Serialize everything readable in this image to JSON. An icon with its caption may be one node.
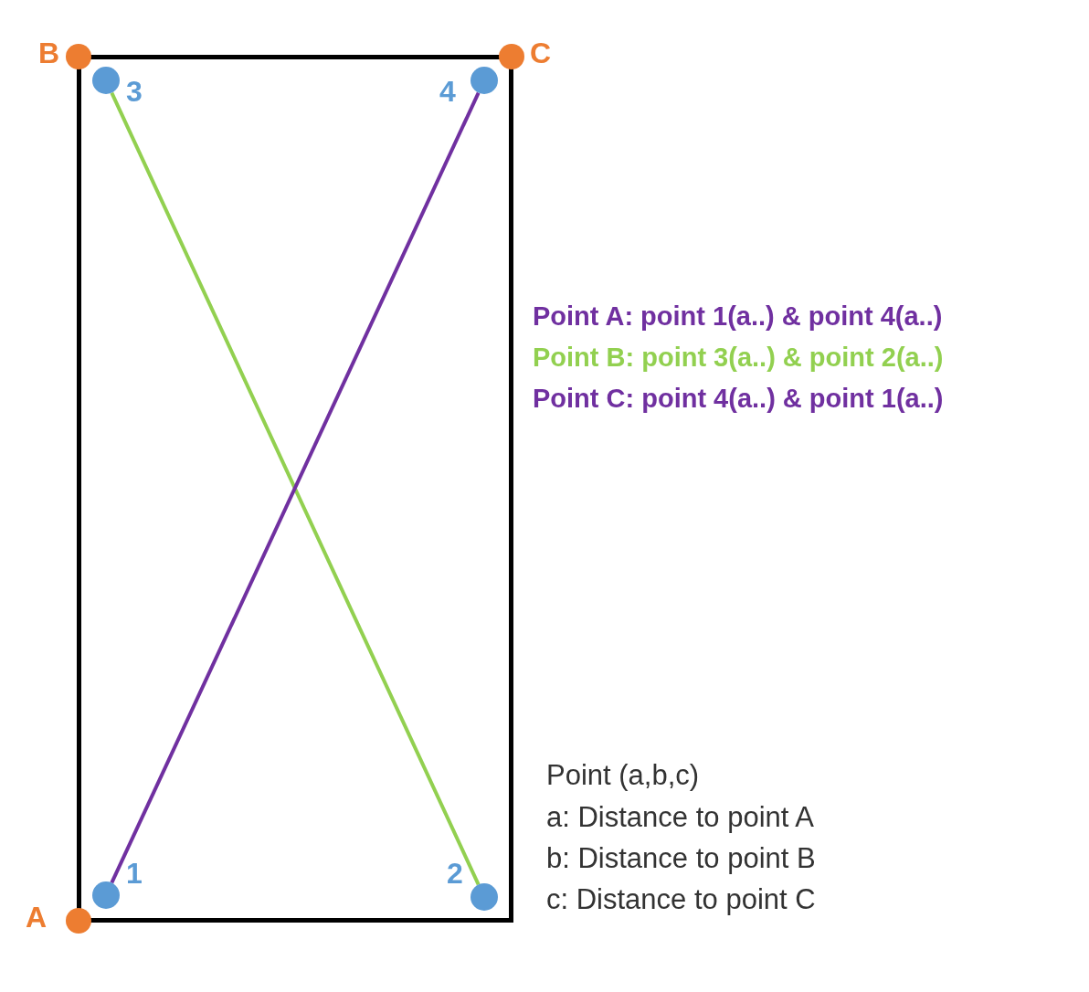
{
  "diagram": {
    "nodes": [
      {
        "text": [],
        "shape": "box"
      },
      {
        "text": [],
        "shape": "circle",
        "beside": [
          "B"
        ]
      },
      {
        "text": [],
        "shape": "circle",
        "beside": [
          "C"
        ]
      },
      {
        "text": [],
        "shape": "circle",
        "beside": [
          "3"
        ],
        "in": 0
      },
      {
        "text": [],
        "shape": "circle",
        "beside": [
          "4"
        ],
        "in": 0
      },
      {
        "text": [],
        "shape": "circle",
        "beside": [
          "1"
        ],
        "in": 0
      },
      {
        "text": [],
        "shape": "circle",
        "beside": [
          "2"
        ],
        "in": 0
      },
      {
        "text": [],
        "shape": "circle",
        "beside": [
          "A"
        ]
      }
    ],
    "edges": [
      {
        "from": 3,
        "to": 6,
        "arrow": "none",
        "color": "#92d050"
      },
      {
        "from": 5,
        "to": 4,
        "arrow": "none",
        "color": "#7030a0"
      }
    ],
    "labels": [
      "Point A: point 1(a..) & point 4(a..)",
      "Point B: point 3(a..) & point 2(a..)",
      "Point C: point 4(a..) & point 1(a..)",
      "Point (a,b,c)",
      "a: Distance to point A",
      "b: Distance to point B",
      "c: Distance to point C"
    ]
  }
}
